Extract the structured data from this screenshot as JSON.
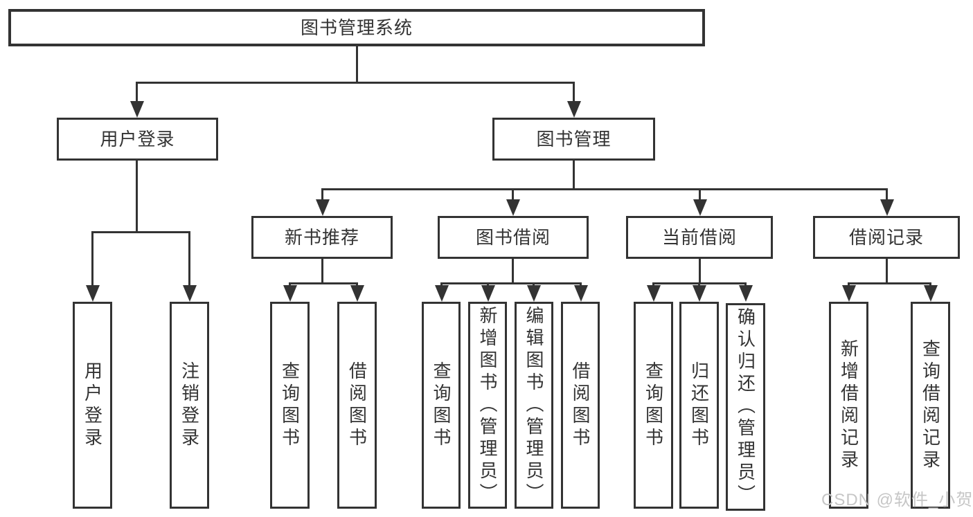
{
  "diagram": {
    "title": "图书管理系统",
    "level2": {
      "user_login": "用户登录",
      "book_management": "图书管理"
    },
    "level3": {
      "new_book_recommend": "新书推荐",
      "book_borrow": "图书借阅",
      "current_borrow": "当前借阅",
      "borrow_record": "借阅记录"
    },
    "leaves": {
      "user_login": [
        "用户登录",
        "注销登录"
      ],
      "new_book_recommend": [
        "查询图书",
        "借阅图书"
      ],
      "book_borrow": [
        "查询图书",
        "新增图书（管理员）",
        "编辑图书（管理员）",
        "借阅图书"
      ],
      "current_borrow": [
        "查询图书",
        "归还图书",
        "确认归还（管理员）"
      ],
      "borrow_record": [
        "新增借阅记录",
        "查询借阅记录"
      ]
    }
  },
  "watermark": "CSDN @软件_小贺同学",
  "colors": {
    "line": "#333333",
    "text": "#333333",
    "watermark": "#c6c6c6",
    "background": "#ffffff"
  }
}
